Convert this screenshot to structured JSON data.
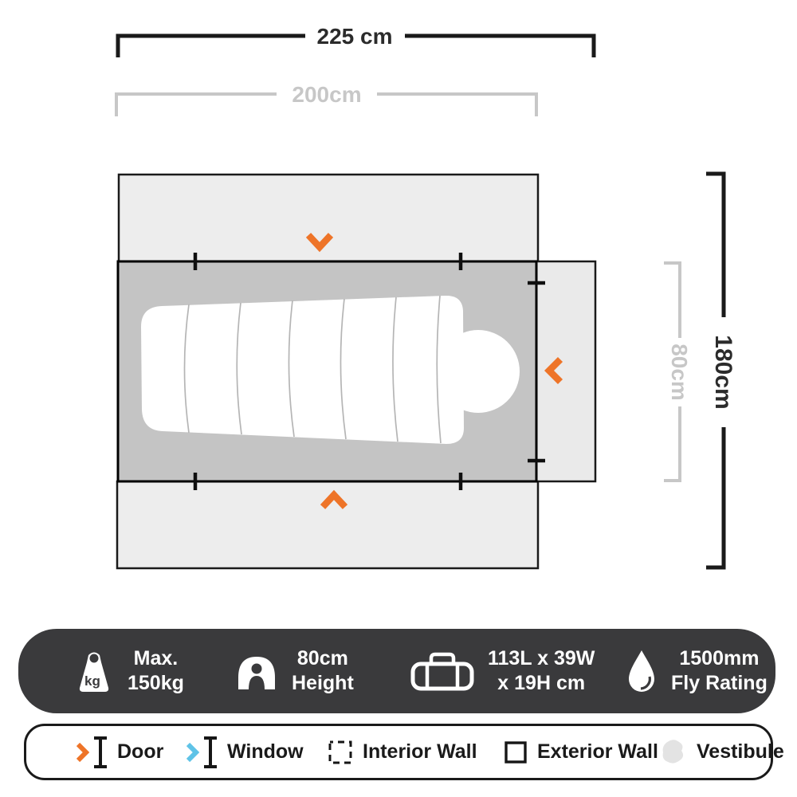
{
  "dimensions": {
    "outer_width": "225 cm",
    "inner_width": "200cm",
    "outer_depth": "180cm",
    "inner_depth": "80cm"
  },
  "specs": [
    {
      "icon": "weight-icon",
      "badge": "kg",
      "line1": "Max.",
      "line2": "150kg"
    },
    {
      "icon": "height-icon",
      "line1": "80cm",
      "line2": "Height"
    },
    {
      "icon": "duffel-bag-icon",
      "line1": "113L x 39W",
      "line2": "x 19H cm"
    },
    {
      "icon": "water-drop-icon",
      "line1": "1500mm",
      "line2": "Fly Rating"
    }
  ],
  "legend": [
    {
      "icon": "door-marker-icon",
      "label": "Door"
    },
    {
      "icon": "window-marker-icon",
      "label": "Window"
    },
    {
      "icon": "interior-wall-swatch",
      "label": "Interior Wall"
    },
    {
      "icon": "exterior-wall-swatch",
      "label": "Exterior Wall"
    },
    {
      "icon": "vestibule-swatch",
      "label": "Vestibule"
    }
  ],
  "colors": {
    "accent_orange": "#EE7428",
    "window_blue": "#5FC3E7",
    "dim_dark": "#2B2B2B",
    "dim_gray": "#C7C7C7",
    "band_charcoal": "#3A3A3C",
    "flap_fill": "#EDEDED",
    "inner_fill": "#C4C4C4",
    "vestibule_fill": "#EAEAEA"
  }
}
